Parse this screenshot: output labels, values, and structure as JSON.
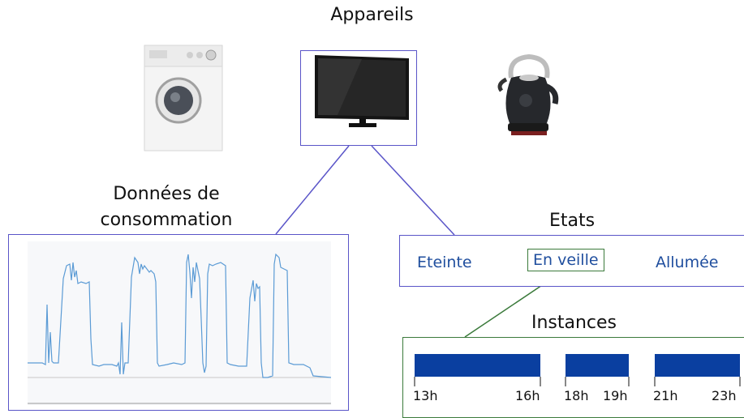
{
  "titles": {
    "appareils": "Appareils",
    "donnees_line1": "Données de",
    "donnees_line2": "consommation",
    "etats": "Etats",
    "instances": "Instances"
  },
  "devices": [
    {
      "name": "washing-machine-icon"
    },
    {
      "name": "television-icon",
      "selected": true
    },
    {
      "name": "kettle-icon"
    }
  ],
  "states": {
    "eteinte": "Eteinte",
    "veille": "En veille",
    "allumee": "Allumée",
    "selected": "En veille"
  },
  "instances": {
    "intervals": [
      [
        "13h",
        "16h"
      ],
      [
        "18h",
        "19h"
      ],
      [
        "21h",
        "23h"
      ]
    ],
    "labels": [
      "13h",
      "16h",
      "18h",
      "19h",
      "21h",
      "23h"
    ]
  },
  "colors": {
    "device_connector": "#5a55c8",
    "state_connector": "#3b7a3b",
    "state_text": "#1f4e9e",
    "interval_fill": "#0a3fa0",
    "consumption_line": "#5b9bd5"
  }
}
